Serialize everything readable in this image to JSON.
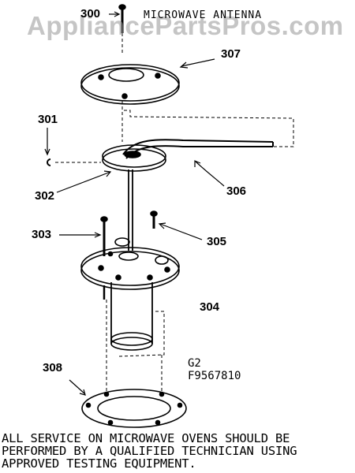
{
  "watermark": "AppliancePartsPros.com",
  "title": "MICROWAVE ANTENNA",
  "callouts": {
    "p300": "300",
    "p301": "301",
    "p302": "302",
    "p303": "303",
    "p304": "304",
    "p305": "305",
    "p306": "306",
    "p307": "307",
    "p308": "308"
  },
  "figure_code": {
    "line1": "G2",
    "line2": "F9567810"
  },
  "notice": {
    "line1": "ALL SERVICE ON MICROWAVE OVENS SHOULD BE",
    "line2": "PERFORMED BY A QUALIFIED TECHNICIAN USING",
    "line3": "APPROVED TESTING EQUIPMENT."
  }
}
